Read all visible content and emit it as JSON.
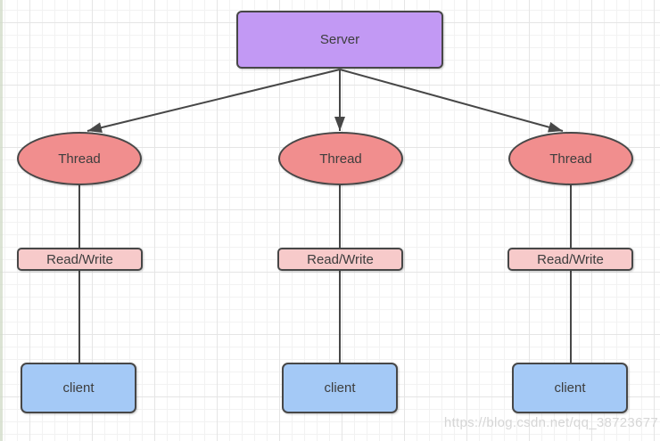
{
  "diagram": {
    "server": {
      "label": "Server"
    },
    "threads": [
      {
        "label": "Thread"
      },
      {
        "label": "Thread"
      },
      {
        "label": "Thread"
      }
    ],
    "read_writes": [
      {
        "label": "Read/Write"
      },
      {
        "label": "Read/Write"
      },
      {
        "label": "Read/Write"
      }
    ],
    "clients": [
      {
        "label": "client"
      },
      {
        "label": "client"
      },
      {
        "label": "client"
      }
    ]
  },
  "watermark": {
    "text": "https://blog.csdn.net/qq_38723677"
  },
  "colors": {
    "server_fill": "#c299f4",
    "thread_fill": "#f18e8e",
    "read_write_fill": "#f7caca",
    "client_fill": "#a4c9f6",
    "border": "#474747",
    "connector": "#474747",
    "text": "#3d3d3d",
    "watermark": "#d6d6d6"
  }
}
